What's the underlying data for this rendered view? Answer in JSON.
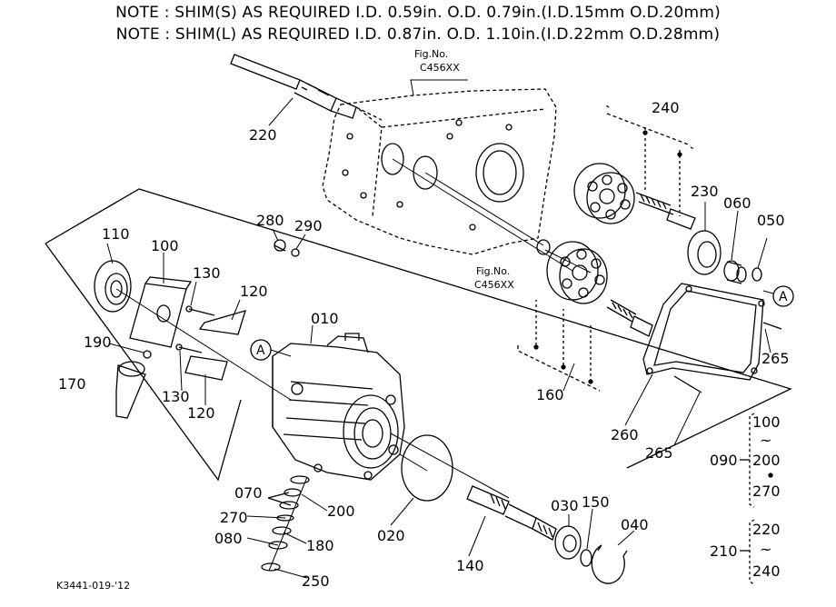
{
  "notes": [
    "NOTE : SHIM(S) AS REQUIRED I.D. 0.59in. O.D. 0.79in.(I.D.15mm O.D.20mm)",
    "NOTE : SHIM(L) AS REQUIRED I.D. 0.87in. O.D. 1.10in.(I.D.22mm O.D.28mm)"
  ],
  "fig_refs": [
    {
      "top": "Fig.No.",
      "bottom": "C456XX"
    },
    {
      "top": "Fig.No.",
      "bottom": "C456XX"
    }
  ],
  "ref_markers": [
    "A",
    "A"
  ],
  "part_labels": {
    "p220": "220",
    "p240": "240",
    "p230": "230",
    "p060": "060",
    "p050": "050",
    "p280": "280",
    "p290": "290",
    "p110": "110",
    "p100": "100",
    "p130a": "130",
    "p120a": "120",
    "p010": "010",
    "p190": "190",
    "p170": "170",
    "p130b": "130",
    "p120b": "120",
    "p160": "160",
    "p265a": "265",
    "p260": "260",
    "p265b": "265",
    "p070": "070",
    "p200": "200",
    "p270": "270",
    "p080": "080",
    "p180": "180",
    "p250": "250",
    "p020": "020",
    "p140": "140",
    "p030": "030",
    "p150": "150",
    "p040": "040"
  },
  "legend": {
    "g090": {
      "key": "090",
      "from": "100",
      "to": "200",
      "plus": "270"
    },
    "g210": {
      "key": "210",
      "from": "220",
      "to": "240"
    }
  },
  "drawing_code": "K3441-019-'12"
}
